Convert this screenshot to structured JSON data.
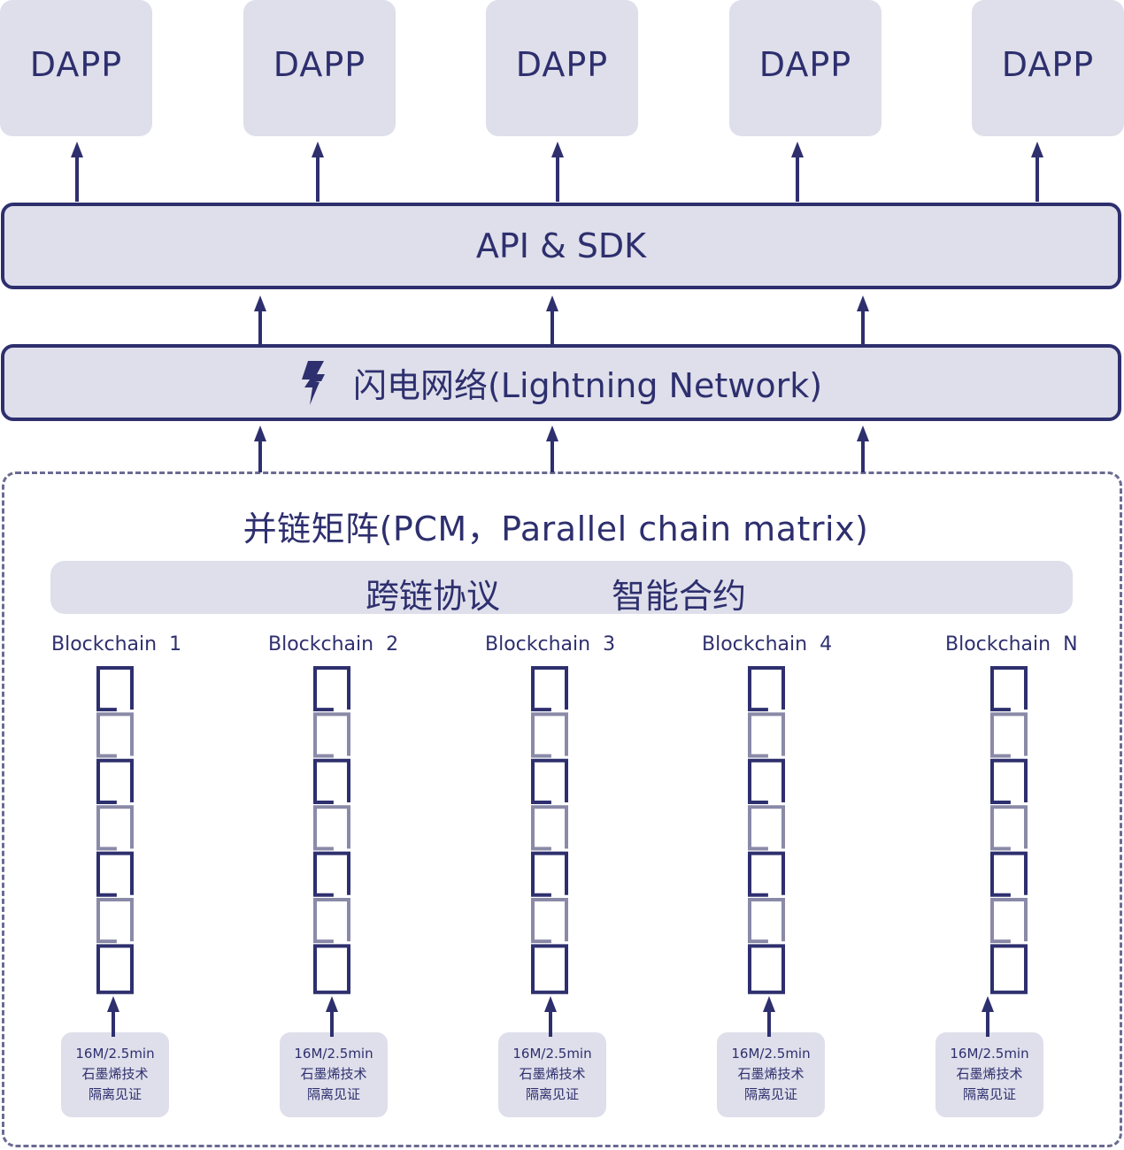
{
  "dapps": [
    "DAPP",
    "DAPP",
    "DAPP",
    "DAPP",
    "DAPP"
  ],
  "api_bar": {
    "label": "API & SDK"
  },
  "lightning_bar": {
    "label": "闪电网络(Lightning Network)",
    "icon": "lightning-bolt-icon"
  },
  "pcm": {
    "title": "并链矩阵(PCM，Parallel chain matrix)",
    "protocols": [
      "跨链协议",
      "智能合约"
    ]
  },
  "chains": [
    {
      "label": "Blockchain  1",
      "info": [
        "16M/2.5min",
        "石墨烯技术",
        "隔离见证"
      ]
    },
    {
      "label": "Blockchain  2",
      "info": [
        "16M/2.5min",
        "石墨烯技术",
        "隔离见证"
      ]
    },
    {
      "label": "Blockchain  3",
      "info": [
        "16M/2.5min",
        "石墨烯技术",
        "隔离见证"
      ]
    },
    {
      "label": "Blockchain  4",
      "info": [
        "16M/2.5min",
        "石墨烯技术",
        "隔离见证"
      ]
    },
    {
      "label": "Blockchain  N",
      "info": [
        "16M/2.5min",
        "石墨烯技术",
        "隔离见证"
      ]
    }
  ],
  "colors": {
    "primary": "#2e2f6e",
    "block_dark": "#2e2f6e",
    "block_light": "#8a8aa8",
    "box_fill": "#dedfea",
    "dashed_border": "#6a6a92"
  }
}
